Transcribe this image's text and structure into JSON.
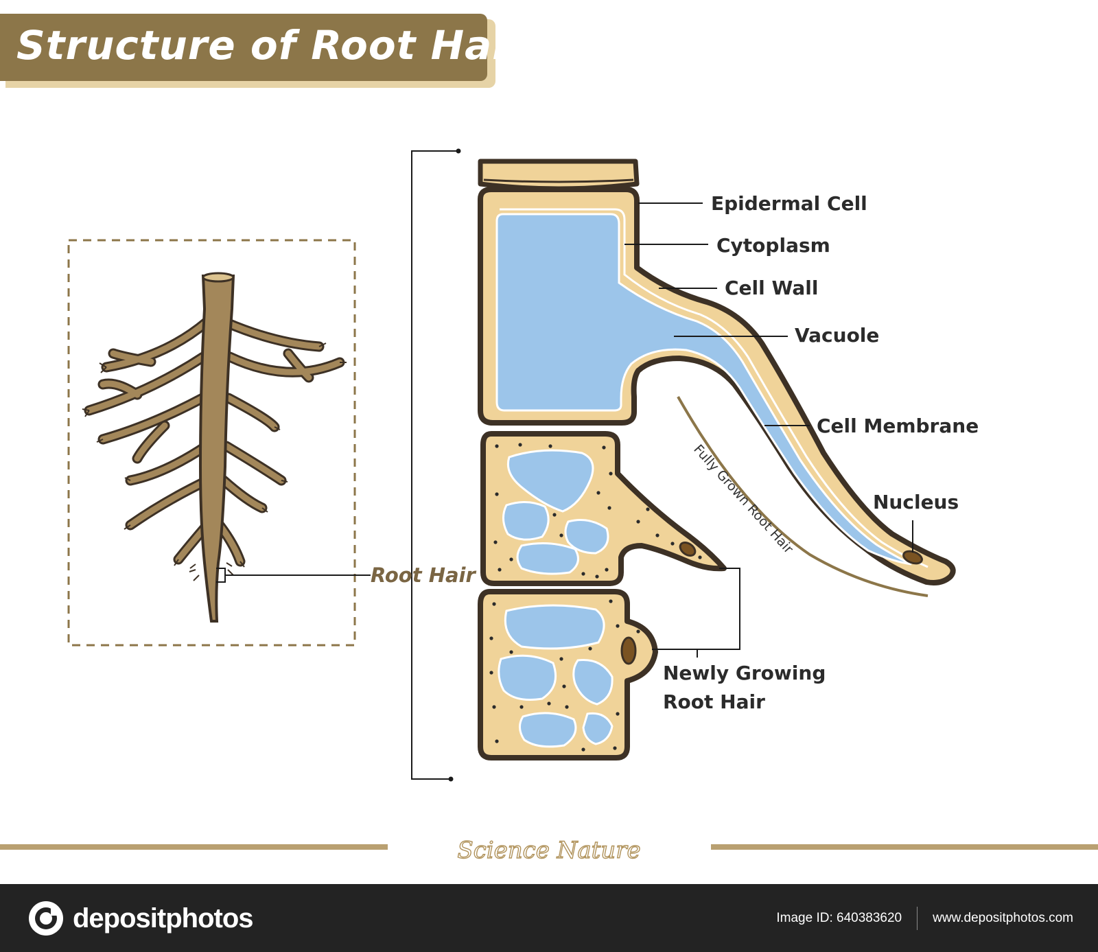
{
  "title": "Structure of Root Hair",
  "labels": {
    "epidermal_cell": "Epidermal Cell",
    "cytoplasm": "Cytoplasm",
    "cell_wall": "Cell Wall",
    "vacuole": "Vacuole",
    "cell_membrane": "Cell Membrane",
    "nucleus": "Nucleus",
    "fully_grown": "Fully Grown Root Hair",
    "root_hair": "Root Hair",
    "newly_growing_line1": "Newly Growing",
    "newly_growing_line2": "Root Hair"
  },
  "footer_signature": "Science Nature",
  "bottom_bar": {
    "brand": "depositphotos",
    "image_id": "Image ID: 640383620",
    "url": "www.depositphotos.com"
  },
  "colors": {
    "banner_brown": "#8c7649",
    "banner_shadow": "#e6d3a6",
    "cell_tan": "#f0d399",
    "wall_dark": "#3d3125",
    "vacuole_blue": "#9cc5ea",
    "root_brown": "#a3875a",
    "footer_line": "#b9a071",
    "bottom_bar": "#232323"
  }
}
